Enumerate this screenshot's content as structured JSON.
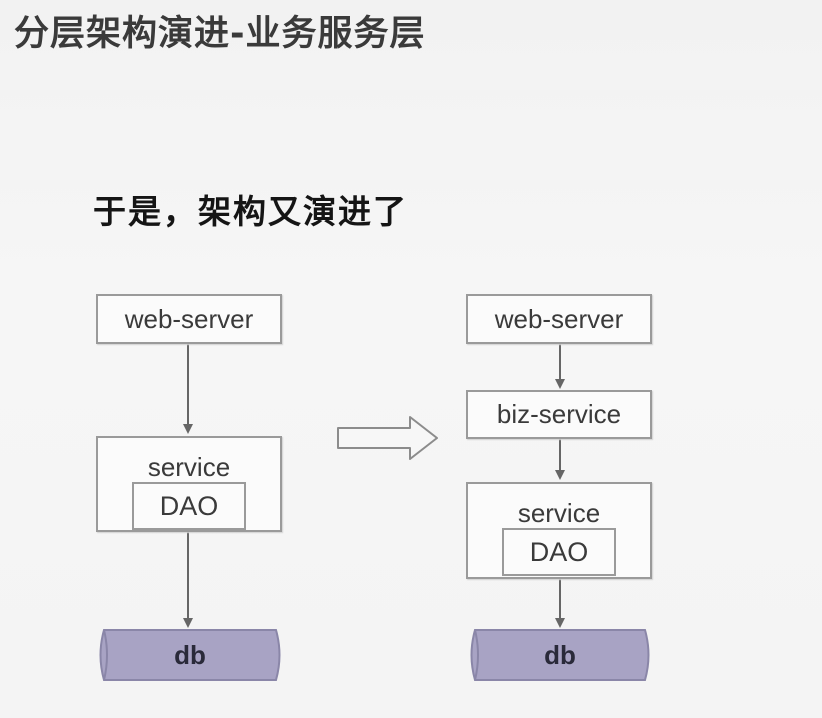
{
  "slide": {
    "title": "分层架构演进-业务服务层",
    "subtitle": "于是，架构又演进了"
  },
  "left_diagram": {
    "web_server": "web-server",
    "service": "service",
    "dao": "DAO",
    "db": "db"
  },
  "right_diagram": {
    "web_server": "web-server",
    "biz_service": "biz-service",
    "service": "service",
    "dao": "DAO",
    "db": "db"
  },
  "colors": {
    "db_fill": "#a8a3c4",
    "box_border": "#9a9a9a",
    "arrow": "#666666"
  }
}
